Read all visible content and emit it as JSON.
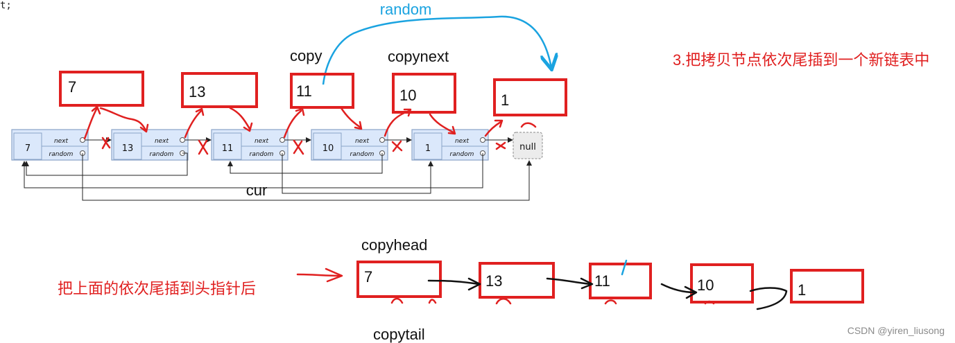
{
  "code_fragment": "t;",
  "labels": {
    "random": "random",
    "copy": "copy",
    "copynext": "copynext",
    "cur": "cur",
    "copyhead": "copyhead",
    "copytail": "copytail"
  },
  "annotations": {
    "step": "3.把拷贝节点依次尾插到一个新链表中",
    "tail_insert": "把上面的依次尾插到头指针后"
  },
  "top_copy_boxes": [
    "7",
    "13",
    "11",
    "10",
    "1"
  ],
  "list_nodes": [
    {
      "value": "7",
      "next": "next",
      "random": "random"
    },
    {
      "value": "13",
      "next": "next",
      "random": "random"
    },
    {
      "value": "11",
      "next": "next",
      "random": "random"
    },
    {
      "value": "10",
      "next": "next",
      "random": "random"
    },
    {
      "value": "1",
      "next": "next",
      "random": "random"
    }
  ],
  "null_node": "null",
  "new_list_boxes": [
    "7",
    "13",
    "11",
    "10",
    "1"
  ],
  "watermark": "CSDN @yiren_liusong",
  "colors": {
    "red": "#e02020",
    "blue": "#1aa3e0",
    "node_fill": "#dbe8fb",
    "node_stroke": "#8aa3c7"
  }
}
